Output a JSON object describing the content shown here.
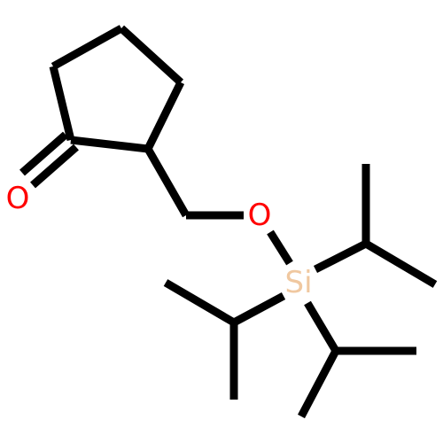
{
  "molecule": {
    "colors": {
      "bond": "#000000",
      "oxygen": "#ff0000",
      "silicon": "#f0c8a0",
      "background": "#ffffff"
    },
    "atoms": {
      "carbonyl_oxygen": {
        "label": "O",
        "element": "oxygen"
      },
      "ether_oxygen": {
        "label": "O",
        "element": "oxygen"
      },
      "silicon": {
        "label": "Si",
        "element": "silicon"
      }
    }
  }
}
